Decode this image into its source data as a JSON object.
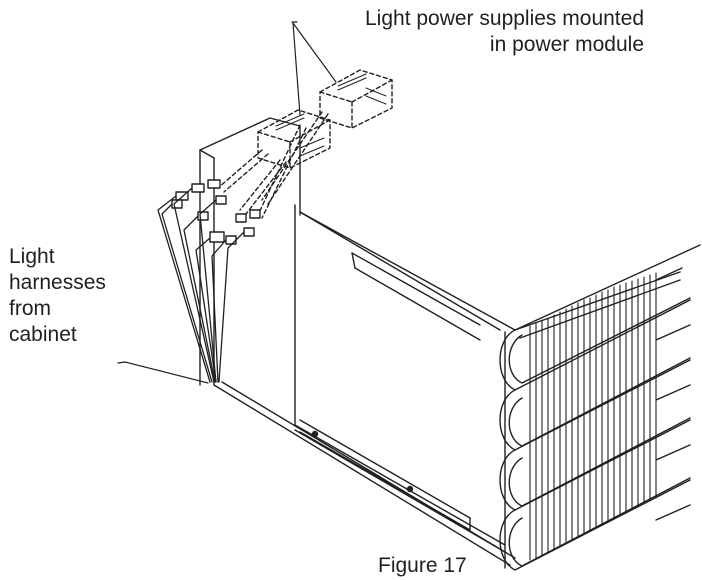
{
  "callouts": {
    "power_supplies": [
      "Light power supplies mounted",
      "in power module"
    ],
    "harnesses": [
      "Light",
      "harnesses",
      "from",
      "cabinet"
    ]
  },
  "caption": "Figure 17",
  "colors": {
    "line": "#231f20",
    "background": "#ffffff"
  }
}
